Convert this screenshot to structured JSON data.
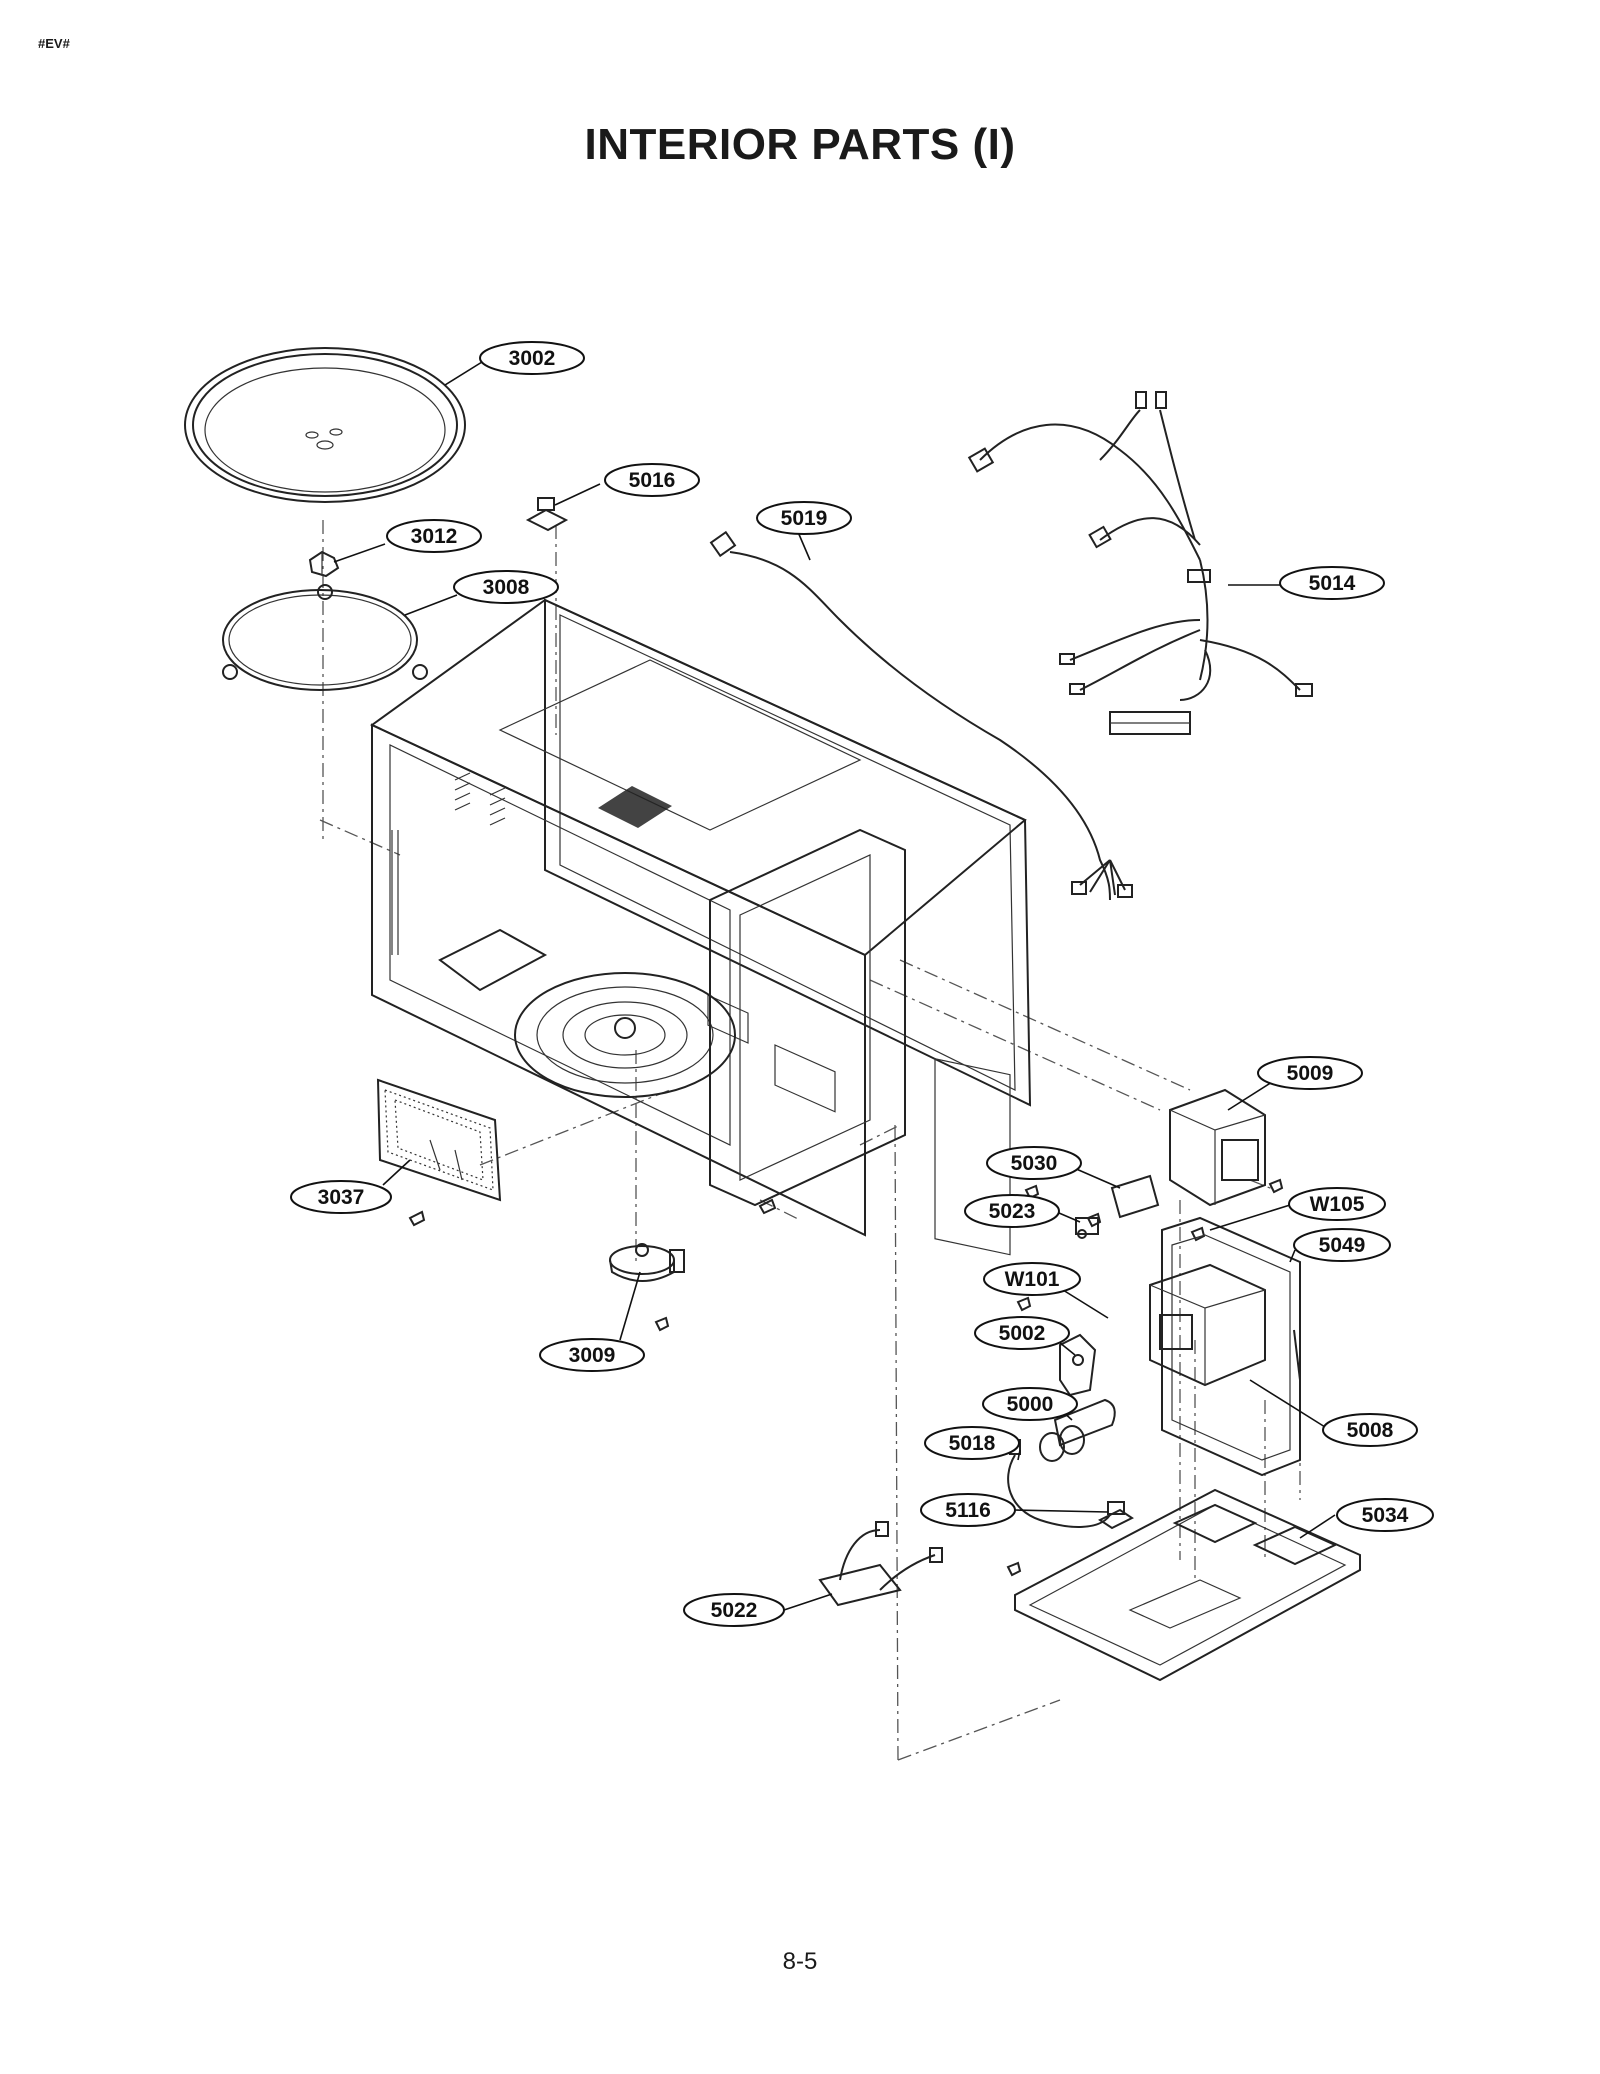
{
  "header": {
    "tag": "#EV#",
    "title": "INTERIOR PARTS (I)"
  },
  "footer": {
    "page_number": "8-5"
  },
  "callouts": [
    {
      "id": "3002",
      "label": "3002"
    },
    {
      "id": "5016",
      "label": "5016"
    },
    {
      "id": "3012",
      "label": "3012"
    },
    {
      "id": "3008",
      "label": "3008"
    },
    {
      "id": "5019",
      "label": "5019"
    },
    {
      "id": "5014",
      "label": "5014"
    },
    {
      "id": "5009",
      "label": "5009"
    },
    {
      "id": "5030",
      "label": "5030"
    },
    {
      "id": "5023",
      "label": "5023"
    },
    {
      "id": "W105",
      "label": "W105"
    },
    {
      "id": "5049",
      "label": "5049"
    },
    {
      "id": "W101",
      "label": "W101"
    },
    {
      "id": "5002",
      "label": "5002"
    },
    {
      "id": "5000",
      "label": "5000"
    },
    {
      "id": "5008",
      "label": "5008"
    },
    {
      "id": "5018",
      "label": "5018"
    },
    {
      "id": "5116",
      "label": "5116"
    },
    {
      "id": "5034",
      "label": "5034"
    },
    {
      "id": "5022",
      "label": "5022"
    },
    {
      "id": "3037",
      "label": "3037"
    },
    {
      "id": "3009",
      "label": "3009"
    }
  ]
}
